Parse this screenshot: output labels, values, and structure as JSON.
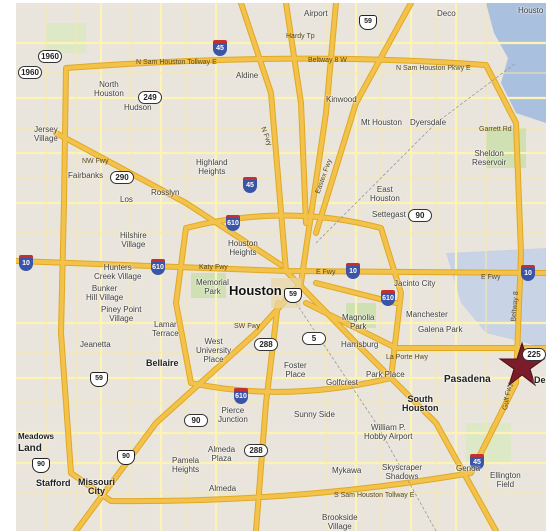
{
  "map": {
    "marker_color": "#7b1c2a",
    "colors": {
      "land": "#e9e5dc",
      "park": "#cfe0b3",
      "water": "#a9c0de",
      "highway": "#f3c24b",
      "arterial": "#fdf3b5"
    },
    "shields": {
      "r1960a": "1960",
      "r1960b": "1960",
      "r249": "249",
      "r290": "290",
      "r90a": "90",
      "r90b": "90",
      "r288a": "288",
      "r288b": "288",
      "r5": "5",
      "r225": "225",
      "r59a": "59",
      "r59b": "59",
      "r59c": "59",
      "r90c": "90",
      "r90d": "90"
    },
    "interstates": {
      "i45a": "45",
      "i45b": "45",
      "i45c": "45",
      "i610a": "610",
      "i610b": "610",
      "i610c": "610",
      "i610d": "610",
      "i10a": "10",
      "i10b": "10",
      "i10c": "10"
    },
    "labels": {
      "airport": "Airport",
      "deco": "Deco",
      "houston_top": "Housto",
      "north_houston": "North\nHouston",
      "hudson": "Hudson",
      "aldine": "Aldine",
      "kinwood": "Kinwood",
      "mt_houston": "Mt Houston",
      "dyersdale": "Dyersdale",
      "jersey_village": "Jersey\nVillage",
      "fairbanks": "Fairbanks",
      "los": "Los",
      "highland_heights": "Highland\nHeights",
      "east_houston": "East\nHouston",
      "settegast": "Settegast",
      "sheldon": "Sheldon\nReservoir",
      "rosslyn": "Rosslyn",
      "hilshire": "Hilshire\nVillage",
      "houston_heights": "Houston\nHeights",
      "hunters_creek": "Hunters\nCreek Village",
      "bunker_hill": "Bunker\nHill Village",
      "memorial_park": "Memorial\nPark",
      "houston": "Houston",
      "jacinto_city": "Jacinto City",
      "piney_point": "Piney Point\nVillage",
      "manchester": "Manchester",
      "galena_park": "Galena Park",
      "magnolia_park": "Magnolia\nPark",
      "harrisburg": "Harrisburg",
      "lamar_terrace": "Lamar\nTerrace",
      "jeanetta": "Jeanetta",
      "west_u": "West\nUniversity\nPlace",
      "bellaire": "Bellaire",
      "foster_place": "Foster\nPlace",
      "park_place": "Park Place",
      "golfcrest": "Golfcrest",
      "pasadena": "Pasadena",
      "de": "De",
      "south_houston": "South\nHouston",
      "pierce_junction": "Pierce\nJunction",
      "sunny_side": "Sunny Side",
      "hobby": "William P.\nHobby Airport",
      "meadows": "Meadows",
      "land": "Land",
      "pamela": "Pamela\nHeights",
      "almeda_plaza": "Almeda\nPlaza",
      "skyscraper": "Skyscraper\nShadows",
      "ellington": "Ellington\nField",
      "genoa": "Genoa",
      "stafford": "Stafford",
      "missouri_city": "Missouri\nCity",
      "almeda": "Almeda",
      "mykawa": "Mykawa",
      "brookside": "Brookside\nVillage"
    },
    "roads": {
      "sam_houston_top": "N Sam Houston Tollway E",
      "beltway_top": "Beltway 8 W",
      "hardy": "Hardy Tp",
      "n_sam_houston_parkway": "N Sam Houston Pkwy E",
      "garrett": "Garrett Rd",
      "beltway_e": "Beltway 8",
      "nw_fwy": "NW Fwy",
      "katy_fwy": "Katy Fwy",
      "e_fwy": "E Fwy",
      "e_fwy2": "E Fwy",
      "sw_fwy": "SW Fwy",
      "la_porte": "La Porte Hwy",
      "s_sam_houston": "S Sam Houston Tollway E",
      "eastex": "Eastex Fwy",
      "n_fwy": "N Fwy",
      "gulf_fwy": "Gulf Fwy"
    }
  }
}
